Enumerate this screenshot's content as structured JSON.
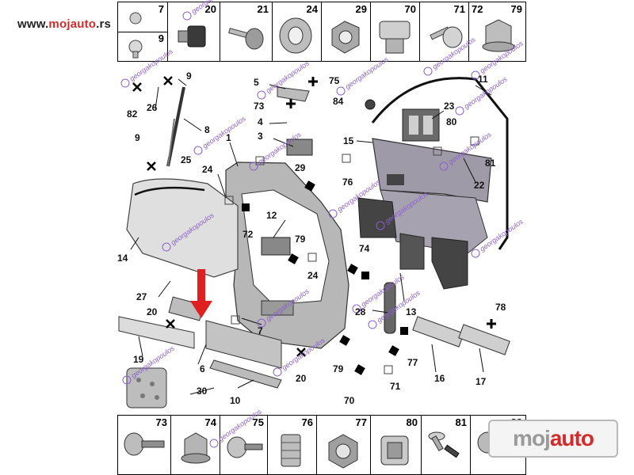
{
  "site": {
    "prefix": "www.",
    "brand": "mojauto",
    "suffix": ".rs"
  },
  "top_parts": [
    {
      "id": "7",
      "icon": "bolt-small-icon",
      "sub": "9"
    },
    {
      "id": "20",
      "icon": "clip-nut-icon"
    },
    {
      "id": "21",
      "icon": "stud-bolt-icon"
    },
    {
      "id": "24",
      "icon": "grommet-icon"
    },
    {
      "id": "29",
      "icon": "hex-nut-icon"
    },
    {
      "id": "70",
      "icon": "clip-icon"
    },
    {
      "id": "71",
      "icon": "screw-icon"
    },
    {
      "id": "72",
      "icon": "blank-icon"
    },
    {
      "id": "79",
      "icon": "flange-nut-icon"
    }
  ],
  "bottom_parts": [
    {
      "id": "73",
      "icon": "bolt-icon"
    },
    {
      "id": "74",
      "icon": "flange-nut-icon"
    },
    {
      "id": "75",
      "icon": "stud-icon"
    },
    {
      "id": "76",
      "icon": "threaded-insert-icon"
    },
    {
      "id": "77",
      "icon": "nut-icon"
    },
    {
      "id": "80",
      "icon": "clip-nut-icon"
    },
    {
      "id": "81",
      "icon": "rivet-icon"
    },
    {
      "id": "82",
      "icon": "washer-bolt-icon"
    }
  ],
  "callouts": [
    "1",
    "3",
    "4",
    "5",
    "6",
    "7",
    "8",
    "9",
    "9",
    "10",
    "11",
    "12",
    "13",
    "14",
    "15",
    "16",
    "17",
    "19",
    "20",
    "20",
    "22",
    "23",
    "24",
    "24",
    "25",
    "26",
    "27",
    "28",
    "29",
    "30",
    "70",
    "71",
    "72",
    "73",
    "74",
    "75",
    "76",
    "77",
    "78",
    "79",
    "79",
    "80",
    "81",
    "82",
    "84"
  ],
  "watermark": "georgakopoulos",
  "logo": {
    "part1": "moj",
    "part2": "auto"
  },
  "colors": {
    "accent": "#d32b2b",
    "watermark": "#8b5fd1",
    "arrow": "#e02020"
  }
}
